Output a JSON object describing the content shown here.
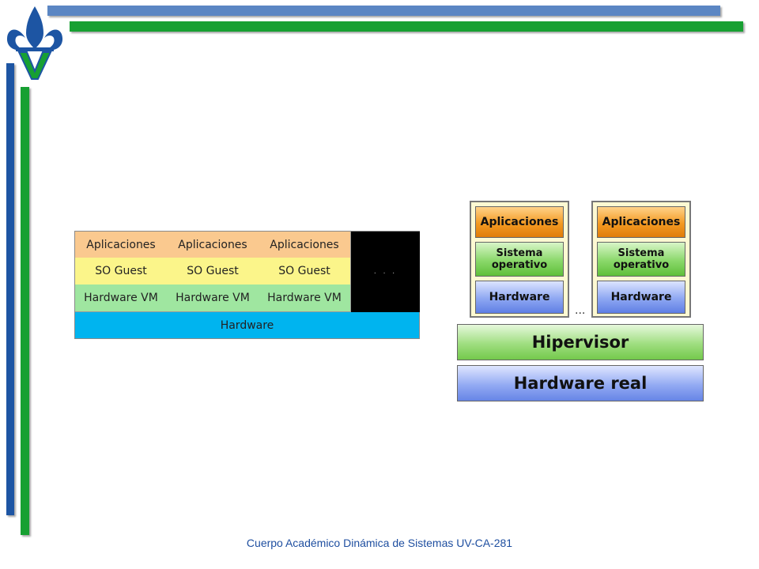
{
  "colors": {
    "brand_blue": "#1d55a3",
    "brand_green": "#17a032",
    "top_bar_blue": "#5b86c3",
    "apps_left": "#fac98f",
    "guest_left": "#fbf58a",
    "hwvm_left": "#9fe6a0",
    "hardware_left": "#00b4ef",
    "footer_text": "#1f4fa0"
  },
  "logo": {
    "icon": "fleur-de-lis-logo-icon",
    "letter": "V"
  },
  "left_diagram": {
    "columns": [
      {
        "app": "Aplicaciones",
        "guest": "SO Guest",
        "hw_vm": "Hardware VM"
      },
      {
        "app": "Aplicaciones",
        "guest": "SO Guest",
        "hw_vm": "Hardware VM"
      },
      {
        "app": "Aplicaciones",
        "guest": "SO Guest",
        "hw_vm": "Hardware VM"
      }
    ],
    "ellipsis": ". . .",
    "hardware": "Hardware"
  },
  "right_diagram": {
    "vms": [
      {
        "app": "Aplicaciones",
        "os_line1": "Sistema",
        "os_line2": "operativo",
        "hw": "Hardware"
      },
      {
        "app": "Aplicaciones",
        "os_line1": "Sistema",
        "os_line2": "operativo",
        "hw": "Hardware"
      }
    ],
    "ellipsis": "...",
    "hypervisor": "Hipervisor",
    "real_hardware": "Hardware real"
  },
  "footer": "Cuerpo Académico Dinámica de Sistemas UV-CA-281"
}
